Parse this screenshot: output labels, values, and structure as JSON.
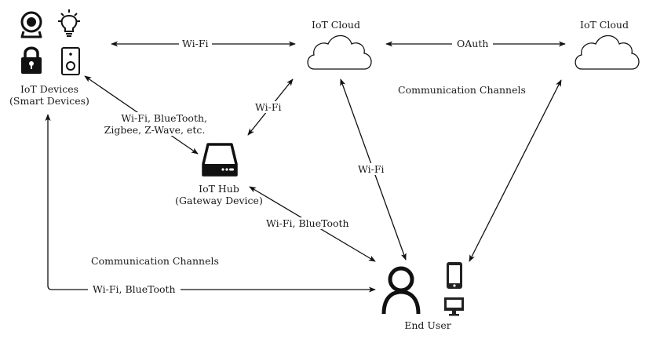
{
  "nodes": {
    "devices": {
      "label_line1": "IoT Devices",
      "label_line2": "(Smart Devices)",
      "icons": [
        "webcam-icon",
        "lightbulb-icon",
        "lock-icon",
        "speaker-icon"
      ]
    },
    "cloud1": {
      "label": "IoT Cloud",
      "icon": "cloud-icon"
    },
    "cloud2": {
      "label": "IoT Cloud",
      "icon": "cloud-icon"
    },
    "hub": {
      "label_line1": "IoT Hub",
      "label_line2": "(Gateway Device)",
      "icon": "hub-icon"
    },
    "user": {
      "label": "End User",
      "icons": [
        "user-icon",
        "smartphone-icon",
        "monitor-icon"
      ]
    }
  },
  "edges": {
    "devices_cloud1": "Wi-Fi",
    "cloud1_cloud2": "OAuth",
    "hub_cloud1": "Wi-Fi",
    "hub_devices_line1": "Wi-Fi, BlueTooth,",
    "hub_devices_line2": "Zigbee, Z-Wave, etc.",
    "cloud1_user": "Wi-Fi",
    "hub_user": "Wi-Fi, BlueTooth",
    "devices_user": "Wi-Fi, BlueTooth"
  },
  "annotations": {
    "top_channels": "Communication Channels",
    "bottom_channels": "Communication Channels"
  },
  "colors": {
    "stroke": "#111111",
    "background": "#ffffff"
  }
}
